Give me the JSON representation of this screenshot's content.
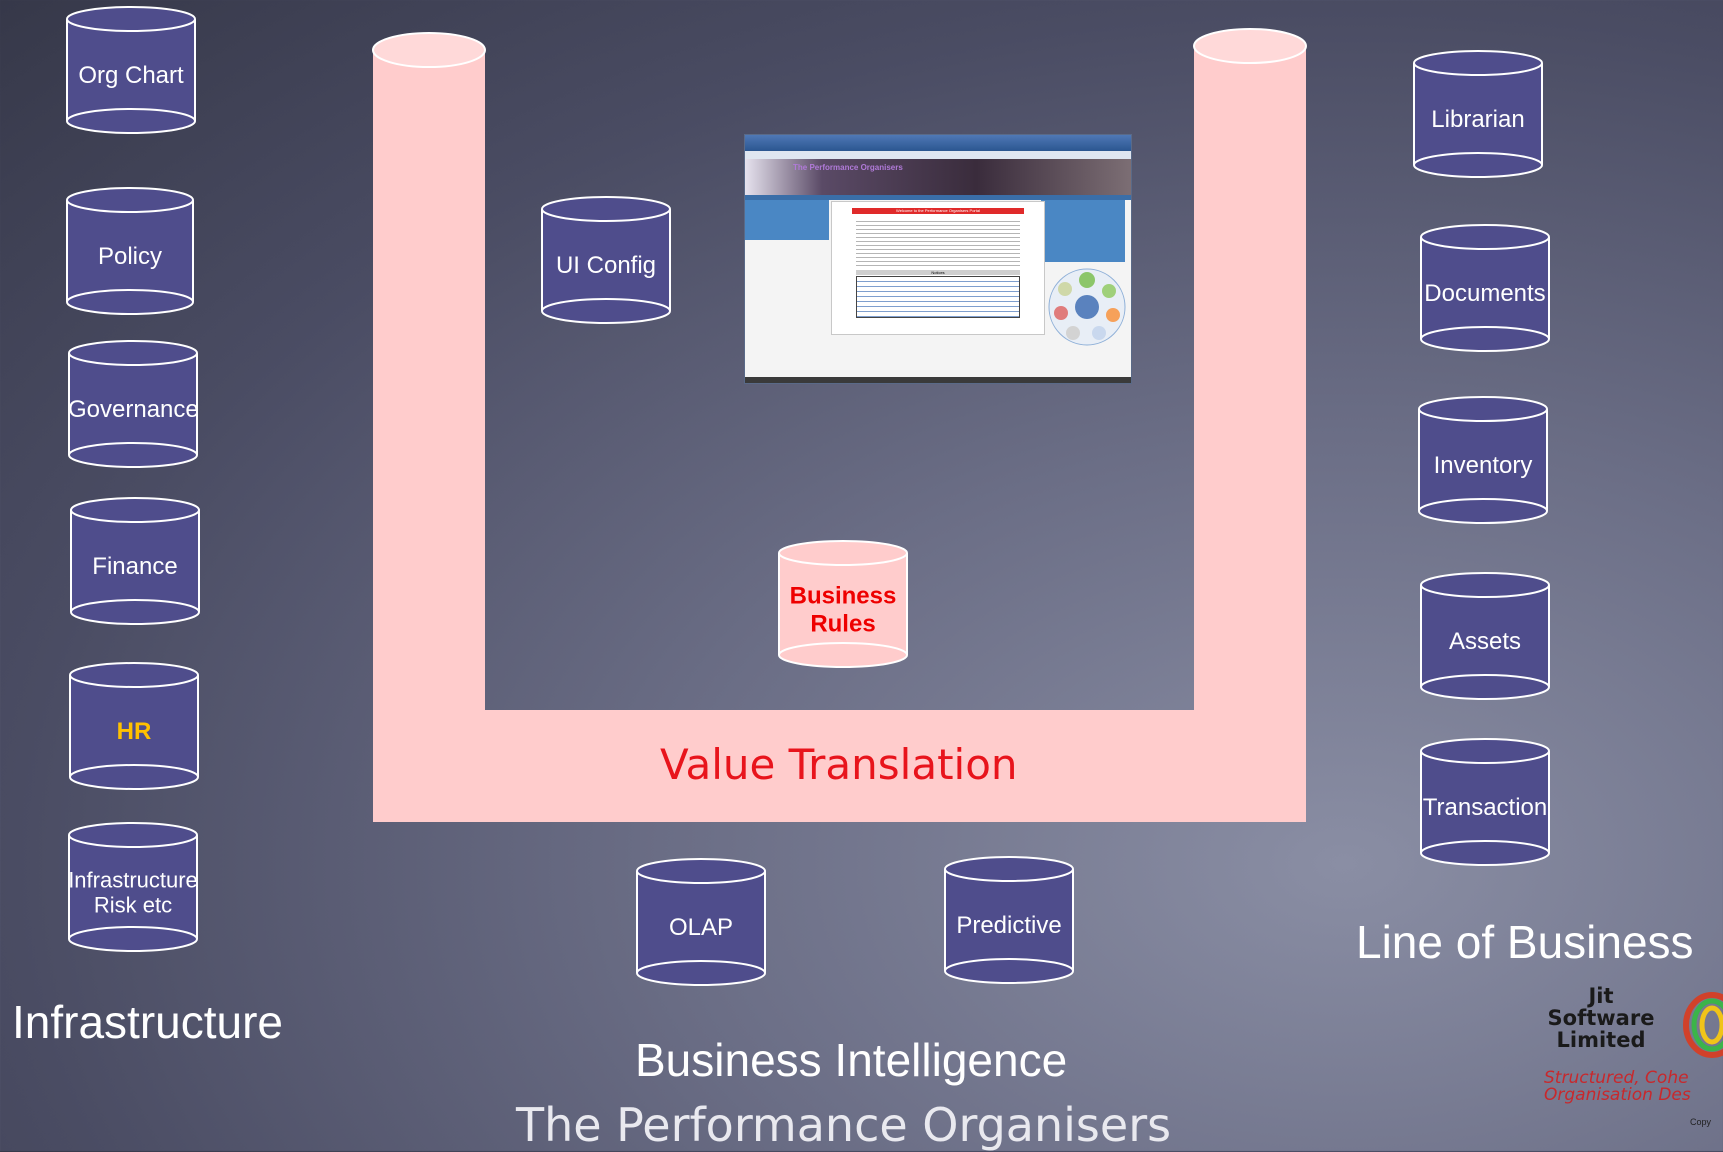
{
  "infrastructure": {
    "title": "Infrastructure",
    "items": [
      "Org Chart",
      "Policy",
      "Governance",
      "Finance",
      "HR",
      "Infrastructure\nRisk etc"
    ]
  },
  "line_of_business": {
    "title": "Line of Business",
    "items": [
      "Librarian",
      "Documents",
      "Inventory",
      "Assets",
      "Transaction"
    ]
  },
  "business_intelligence": {
    "title": "Business Intelligence",
    "items": [
      "OLAP",
      "Predictive"
    ]
  },
  "center": {
    "ui_config": "UI Config",
    "business_rules": "Business\nRules",
    "value_translation": "Value Translation"
  },
  "screenshot": {
    "site_title": "The Performance Organisers",
    "panel_title": "Welcome to the Performance Organisers Portal",
    "list_title": "Notices"
  },
  "footer": {
    "title": "The Performance Organisers"
  },
  "logo": {
    "line1": "Jit",
    "line2": "Software",
    "line3": "Limited",
    "tagline1": "Structured, Cohe",
    "tagline2": "Organisation Des",
    "copyright": "Copy"
  },
  "colors": {
    "cylinder_fill": "#4f4d8c",
    "pink": "#ffcccc",
    "hr_label": "#ffc000",
    "rules_label": "#ee0000",
    "value_translation": "#e8141c"
  }
}
